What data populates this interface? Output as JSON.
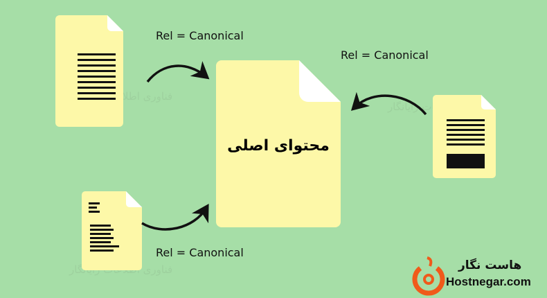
{
  "diagram": {
    "main_document_label": "محتوای اصلی",
    "relations": [
      {
        "label": "Rel = Canonical",
        "from": "top-left-document"
      },
      {
        "label": "Rel = Canonical",
        "from": "right-document"
      },
      {
        "label": "Rel = Canonical",
        "from": "bottom-left-document"
      }
    ]
  },
  "watermark": {
    "name": "هاست نگار",
    "tagline": "فناوری اطلاعات رایانگار"
  },
  "logo": {
    "name_fa": "هاست نگار",
    "domain": "Hostnegar.com"
  },
  "colors": {
    "background": "#a6dea7",
    "document": "#fdf8a8",
    "fold": "#ffffff",
    "logo": "#f05a1a"
  }
}
